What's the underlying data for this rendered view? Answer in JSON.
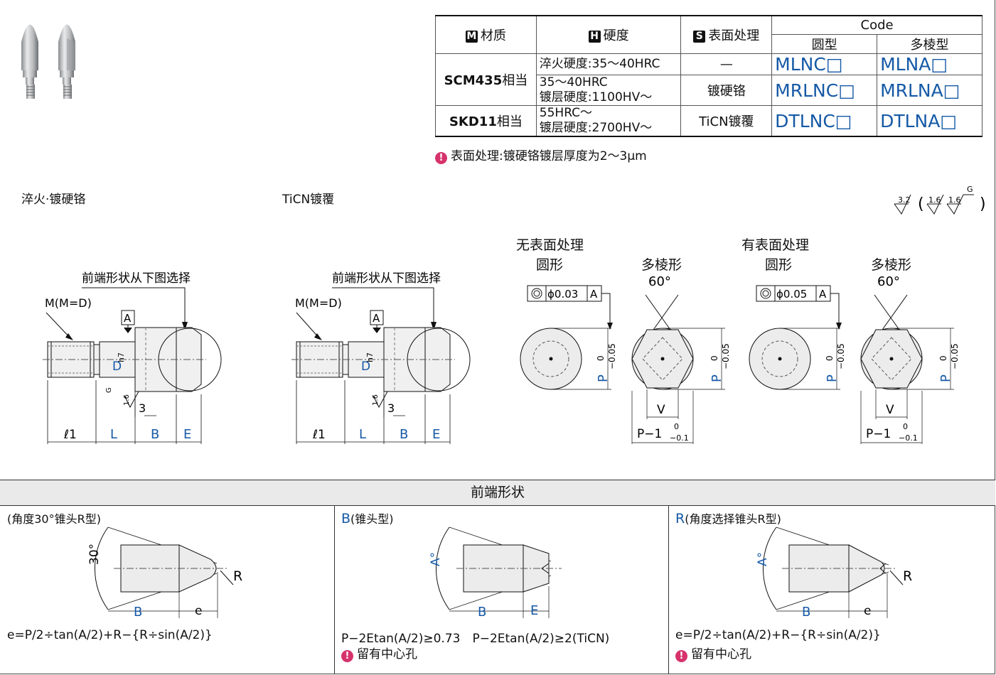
{
  "table": {
    "headers": {
      "material": {
        "icon": "M",
        "label": "材质"
      },
      "hardness": {
        "icon": "H",
        "label": "硬度"
      },
      "surface": {
        "icon": "S",
        "label": "表面处理"
      },
      "code": "Code",
      "round": "圆型",
      "poly": "多棱型"
    },
    "rows": [
      {
        "material": "SCM435",
        "material_suffix": "相当",
        "hardness": "淬火硬度:35〜40HRC",
        "surface": "—",
        "round": "MLNC□",
        "poly": "MLNA□"
      },
      {
        "hardness_l1": "35〜40HRC",
        "hardness_l2": "镀层硬度:1100HV〜",
        "surface": "镀硬铬",
        "round": "MRLNC□",
        "poly": "MRLNA□"
      },
      {
        "material": "SKD11",
        "material_suffix": "相当",
        "hardness_l1": "55HRC〜",
        "hardness_l2": "镀层硬度:2700HV〜",
        "surface": "TiCN镀覆",
        "round": "DTLNC□",
        "poly": "DTLNA□"
      }
    ],
    "note": "表面处理:镀硬铬镀层厚度为2〜3μm"
  },
  "section_labels": {
    "left": "淬火·镀硬铬",
    "middle": "TiCN镀覆",
    "roughness_main": "3.2",
    "roughness_a": "1.6",
    "roughness_b": "1.6",
    "roughness_g": "G"
  },
  "drawing": {
    "tip_note": "前端形状从下图选择",
    "m_label": "M(M=D)",
    "datum": "A",
    "dh7_d": "D",
    "dh7_h": "h7",
    "rough_g": "G",
    "rough_val": "1.6",
    "three": "3",
    "dims": [
      "ℓ1",
      "L",
      "B",
      "E"
    ]
  },
  "sections": {
    "no_surface": {
      "title": "无表面处理",
      "round": "圆形",
      "poly": "多棱形",
      "tol_round": "ϕ0.03",
      "datum": "A"
    },
    "with_surface": {
      "title": "有表面处理",
      "round": "圆形",
      "poly": "多棱形",
      "tol_round": "ϕ0.05",
      "datum": "A"
    },
    "angle": "60°",
    "p_label": "P",
    "p_tol_top": "0",
    "p_tol_bot": "−0.05",
    "v_label": "V",
    "p1_label": "P−1",
    "p1_tol_top": "0",
    "p1_tol_bot": "−0.1"
  },
  "tip": {
    "header": "前端形状",
    "types": [
      {
        "code": "",
        "title": "(角度30°锥头R型)",
        "angle": "30°",
        "dim1": "B",
        "dim2": "e",
        "r": "R",
        "formula": "e=P/2÷tan(A/2)+R−{R÷sin(A/2)}",
        "note": ""
      },
      {
        "code": "B",
        "title": "(锥头型)",
        "angle": "A°",
        "dim1": "B",
        "dim2": "E",
        "r": "",
        "formula": "P−2Etan(A/2)≥0.73　P−2Etan(A/2)≥2(TiCN)",
        "note": "留有中心孔"
      },
      {
        "code": "R",
        "title": "(角度选择锥头R型)",
        "angle": "A°",
        "dim1": "B",
        "dim2": "e",
        "r": "R",
        "formula": "e=P/2÷tan(A/2)+R−{R÷sin(A/2)}",
        "note": "留有中心孔"
      }
    ]
  },
  "colors": {
    "accent": "#1559a6",
    "warn": "#d6336c",
    "header_bg": "#eaeaea"
  }
}
